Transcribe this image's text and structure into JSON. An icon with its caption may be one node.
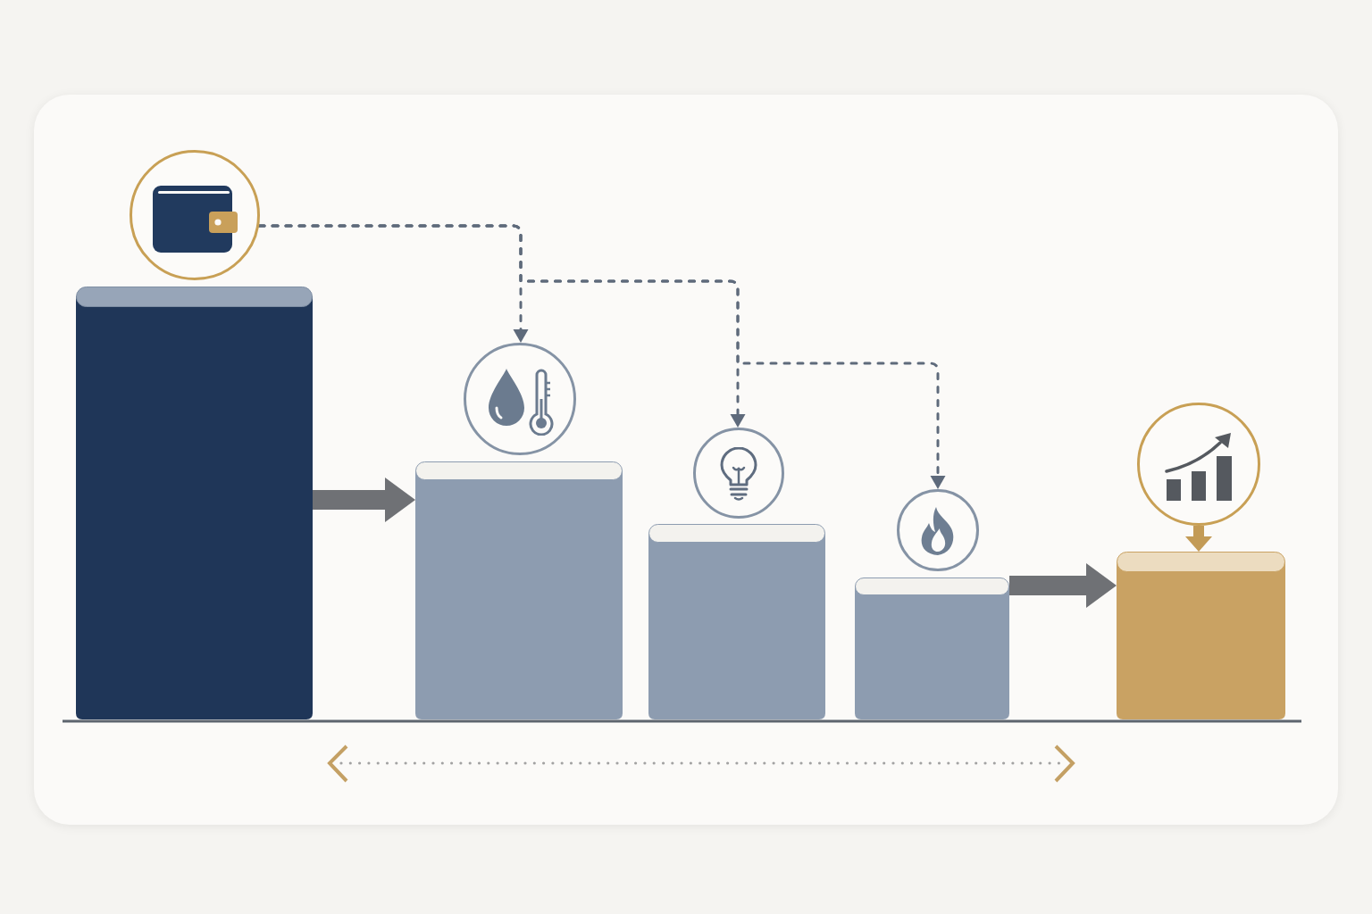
{
  "diagram": {
    "nodes": [
      {
        "text": [],
        "shape": "circle"
      },
      {
        "text": [],
        "shape": "bar"
      },
      {
        "text": [],
        "shape": "circle"
      },
      {
        "text": [],
        "shape": "bar"
      },
      {
        "text": [],
        "shape": "circle"
      },
      {
        "text": [],
        "shape": "bar"
      },
      {
        "text": [],
        "shape": "circle"
      },
      {
        "text": [],
        "shape": "bar"
      },
      {
        "text": [],
        "shape": "circle"
      },
      {
        "text": [],
        "shape": "bar"
      }
    ],
    "edges": [
      {
        "from": 0,
        "to": 2,
        "arrow": "to",
        "style": "dashed"
      },
      {
        "from": 0,
        "to": 4,
        "arrow": "to",
        "style": "dashed"
      },
      {
        "from": 0,
        "to": 6,
        "arrow": "to",
        "style": "dashed"
      },
      {
        "from": 1,
        "to": 3,
        "arrow": "to",
        "style": "thick",
        "color": "#6f7175"
      },
      {
        "from": 7,
        "to": 9,
        "arrow": "to",
        "style": "thick",
        "color": "#6f7175"
      },
      {
        "from": 8,
        "to": 9,
        "arrow": "to",
        "style": "thick",
        "color": "#c39b56"
      }
    ]
  }
}
